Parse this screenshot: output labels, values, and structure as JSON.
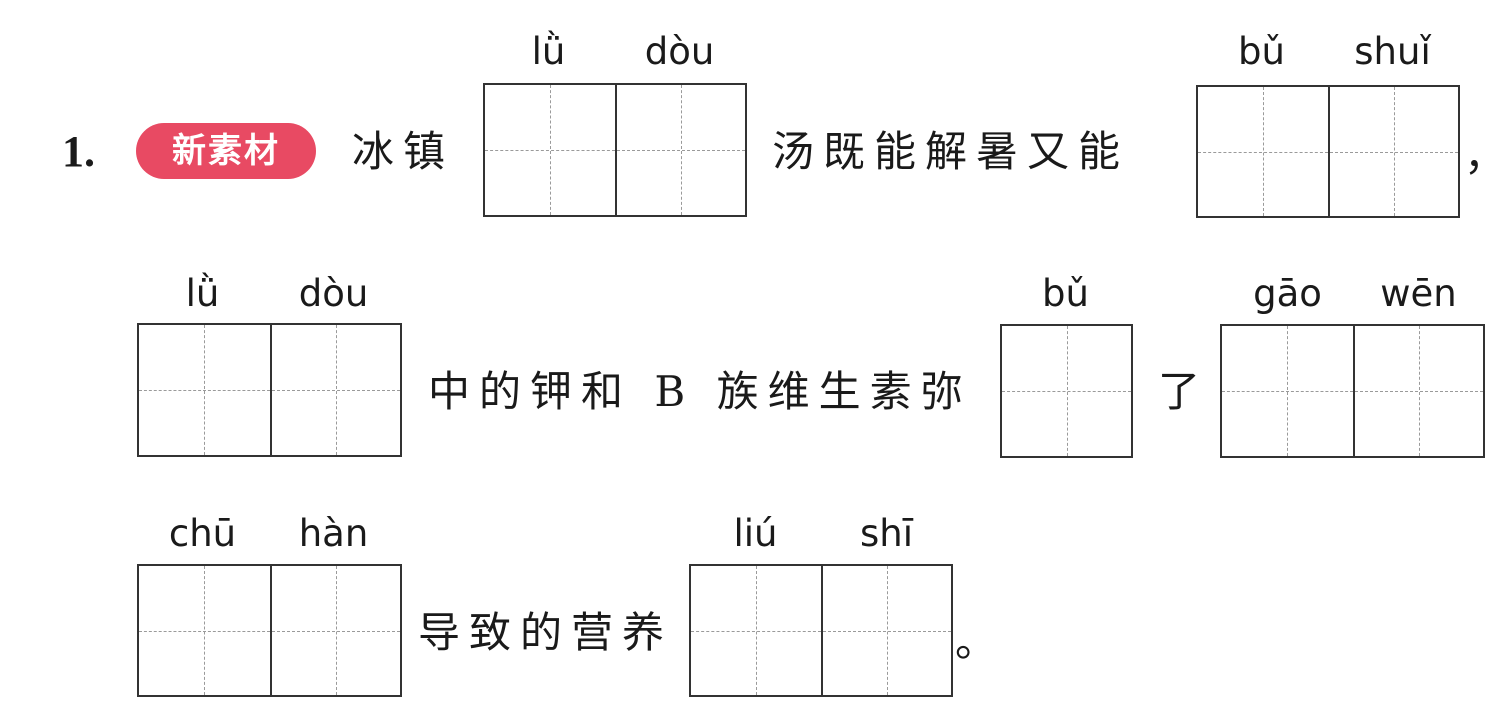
{
  "question": {
    "number": "1.",
    "badge": "新素材"
  },
  "text_segments": {
    "s1": "冰镇",
    "s2": "汤既能解暑又能",
    "s3": "，",
    "s4": "中的钾和 B 族维生素弥",
    "s5": "了",
    "s6": "导致的营养",
    "s7": "。"
  },
  "blanks": [
    {
      "pinyin": [
        "lǜ",
        "dòu"
      ]
    },
    {
      "pinyin": [
        "bǔ",
        "shuǐ"
      ]
    },
    {
      "pinyin": [
        "lǜ",
        "dòu"
      ]
    },
    {
      "pinyin": [
        "bǔ"
      ]
    },
    {
      "pinyin": [
        "gāo",
        "wēn"
      ]
    },
    {
      "pinyin": [
        "chū",
        "hàn"
      ]
    },
    {
      "pinyin": [
        "liú",
        "shī"
      ]
    }
  ]
}
